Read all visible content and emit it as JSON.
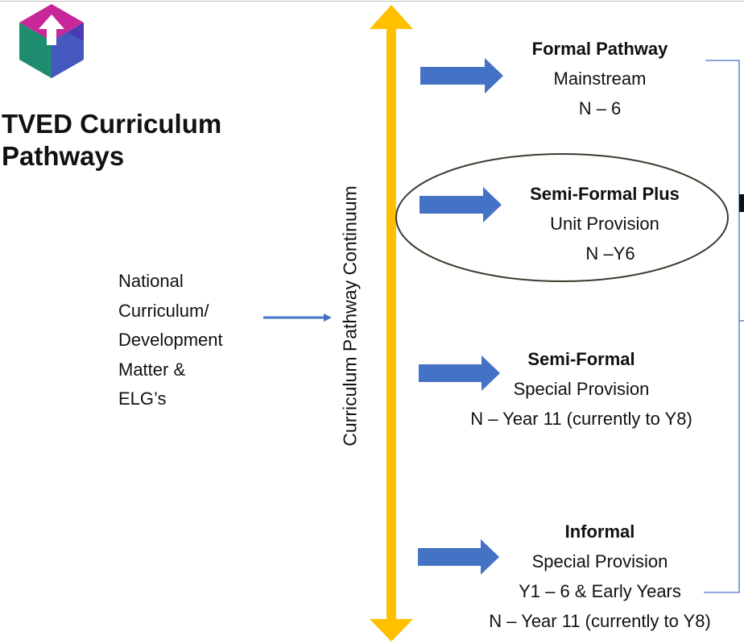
{
  "header": {
    "title_line1": "TVED Curriculum",
    "title_line2": "Pathways"
  },
  "source": {
    "lines": [
      "National",
      "Curriculum/",
      "Development",
      "Matter &",
      "ELG’s"
    ]
  },
  "continuum_label": "Curriculum Pathway Continuum",
  "pathways": [
    {
      "title": "Formal Pathway",
      "lines": [
        "Mainstream",
        "N – 6"
      ]
    },
    {
      "title": "Semi-Formal Plus",
      "lines": [
        "Unit Provision",
        "N –Y6"
      ]
    },
    {
      "title": "Semi-Formal",
      "lines": [
        "Special Provision",
        "N – Year 11 (currently to Y8)"
      ]
    },
    {
      "title": "Informal",
      "lines": [
        "Special Provision",
        "Y1 – 6 & Early Years",
        "N – Year 11 (currently to Y8)"
      ]
    }
  ],
  "colors": {
    "continuum_arrow": "#FFC000",
    "block_arrow": "#4472C4",
    "logo_magenta": "#C8279A",
    "logo_teal": "#1E8C6E",
    "logo_purple": "#4B3BB0",
    "logo_blue": "#3D8FD6"
  }
}
